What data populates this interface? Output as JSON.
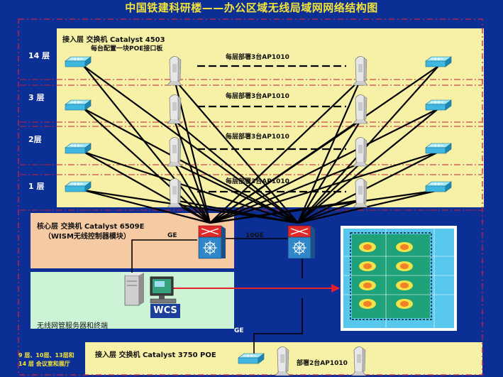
{
  "title": "中国铁建科研楼——办公区域无线局域网网络结构图",
  "colors": {
    "background": "#0c2f95",
    "access_zone": "#f7f1a8",
    "core_zone": "#f6cba3",
    "server_zone": "#cdf3d7",
    "title": "#f2e33a",
    "cable": "#000000",
    "link_red": "#e8202a",
    "floor_divider": "#c0203a"
  },
  "access": {
    "title": "接入层   交换机 Catalyst 4503",
    "subtitle": "每台配置一块POE接口板"
  },
  "floors": [
    {
      "label": "14 层",
      "ap_note": "每层部署3台AP1010"
    },
    {
      "label": "3 层",
      "ap_note": "每层部署3台AP1010"
    },
    {
      "label": "2层",
      "ap_note": "每层部署3台AP1010"
    },
    {
      "label": "1 层",
      "ap_note": "每层部署3台AP1010"
    }
  ],
  "core": {
    "title": "核心层   交换机 Catalyst 6509E",
    "subtitle": "（WISM无线控制器模块）",
    "link_ge": "GE",
    "link_10ge": "10GE"
  },
  "server": {
    "caption": "无线网管服务器和终端",
    "wcs_label": "WCS"
  },
  "bottom": {
    "link_ge": "GE",
    "side_note_line1": "9 层、10层、13层和",
    "side_note_line2": "14 层 会议室和展厅",
    "title": "接入层   交换机 Catalyst 3750 POE",
    "ap_note": "部署2台AP1010"
  },
  "icons": [
    "switch-icon",
    "access-point-icon",
    "core-switch-icon",
    "server-icon",
    "workstation-icon",
    "heatmap-floorplan"
  ]
}
